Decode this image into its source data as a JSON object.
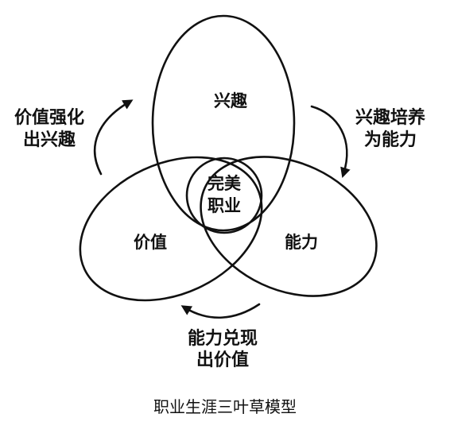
{
  "colors": {
    "line": "#111111",
    "caption": "#e8921e"
  },
  "petals": {
    "interest": "兴趣",
    "value": "价值",
    "ability": "能力"
  },
  "center": {
    "line1": "完美",
    "line2": "职业"
  },
  "arrows": {
    "top_left": {
      "line1": "价值强化",
      "line2": "出兴趣"
    },
    "top_right": {
      "line1": "兴趣培养",
      "line2": "为能力"
    },
    "bottom": {
      "line1": "能力兑现",
      "line2": "出价值"
    }
  },
  "caption": "职业生涯三叶草模型"
}
